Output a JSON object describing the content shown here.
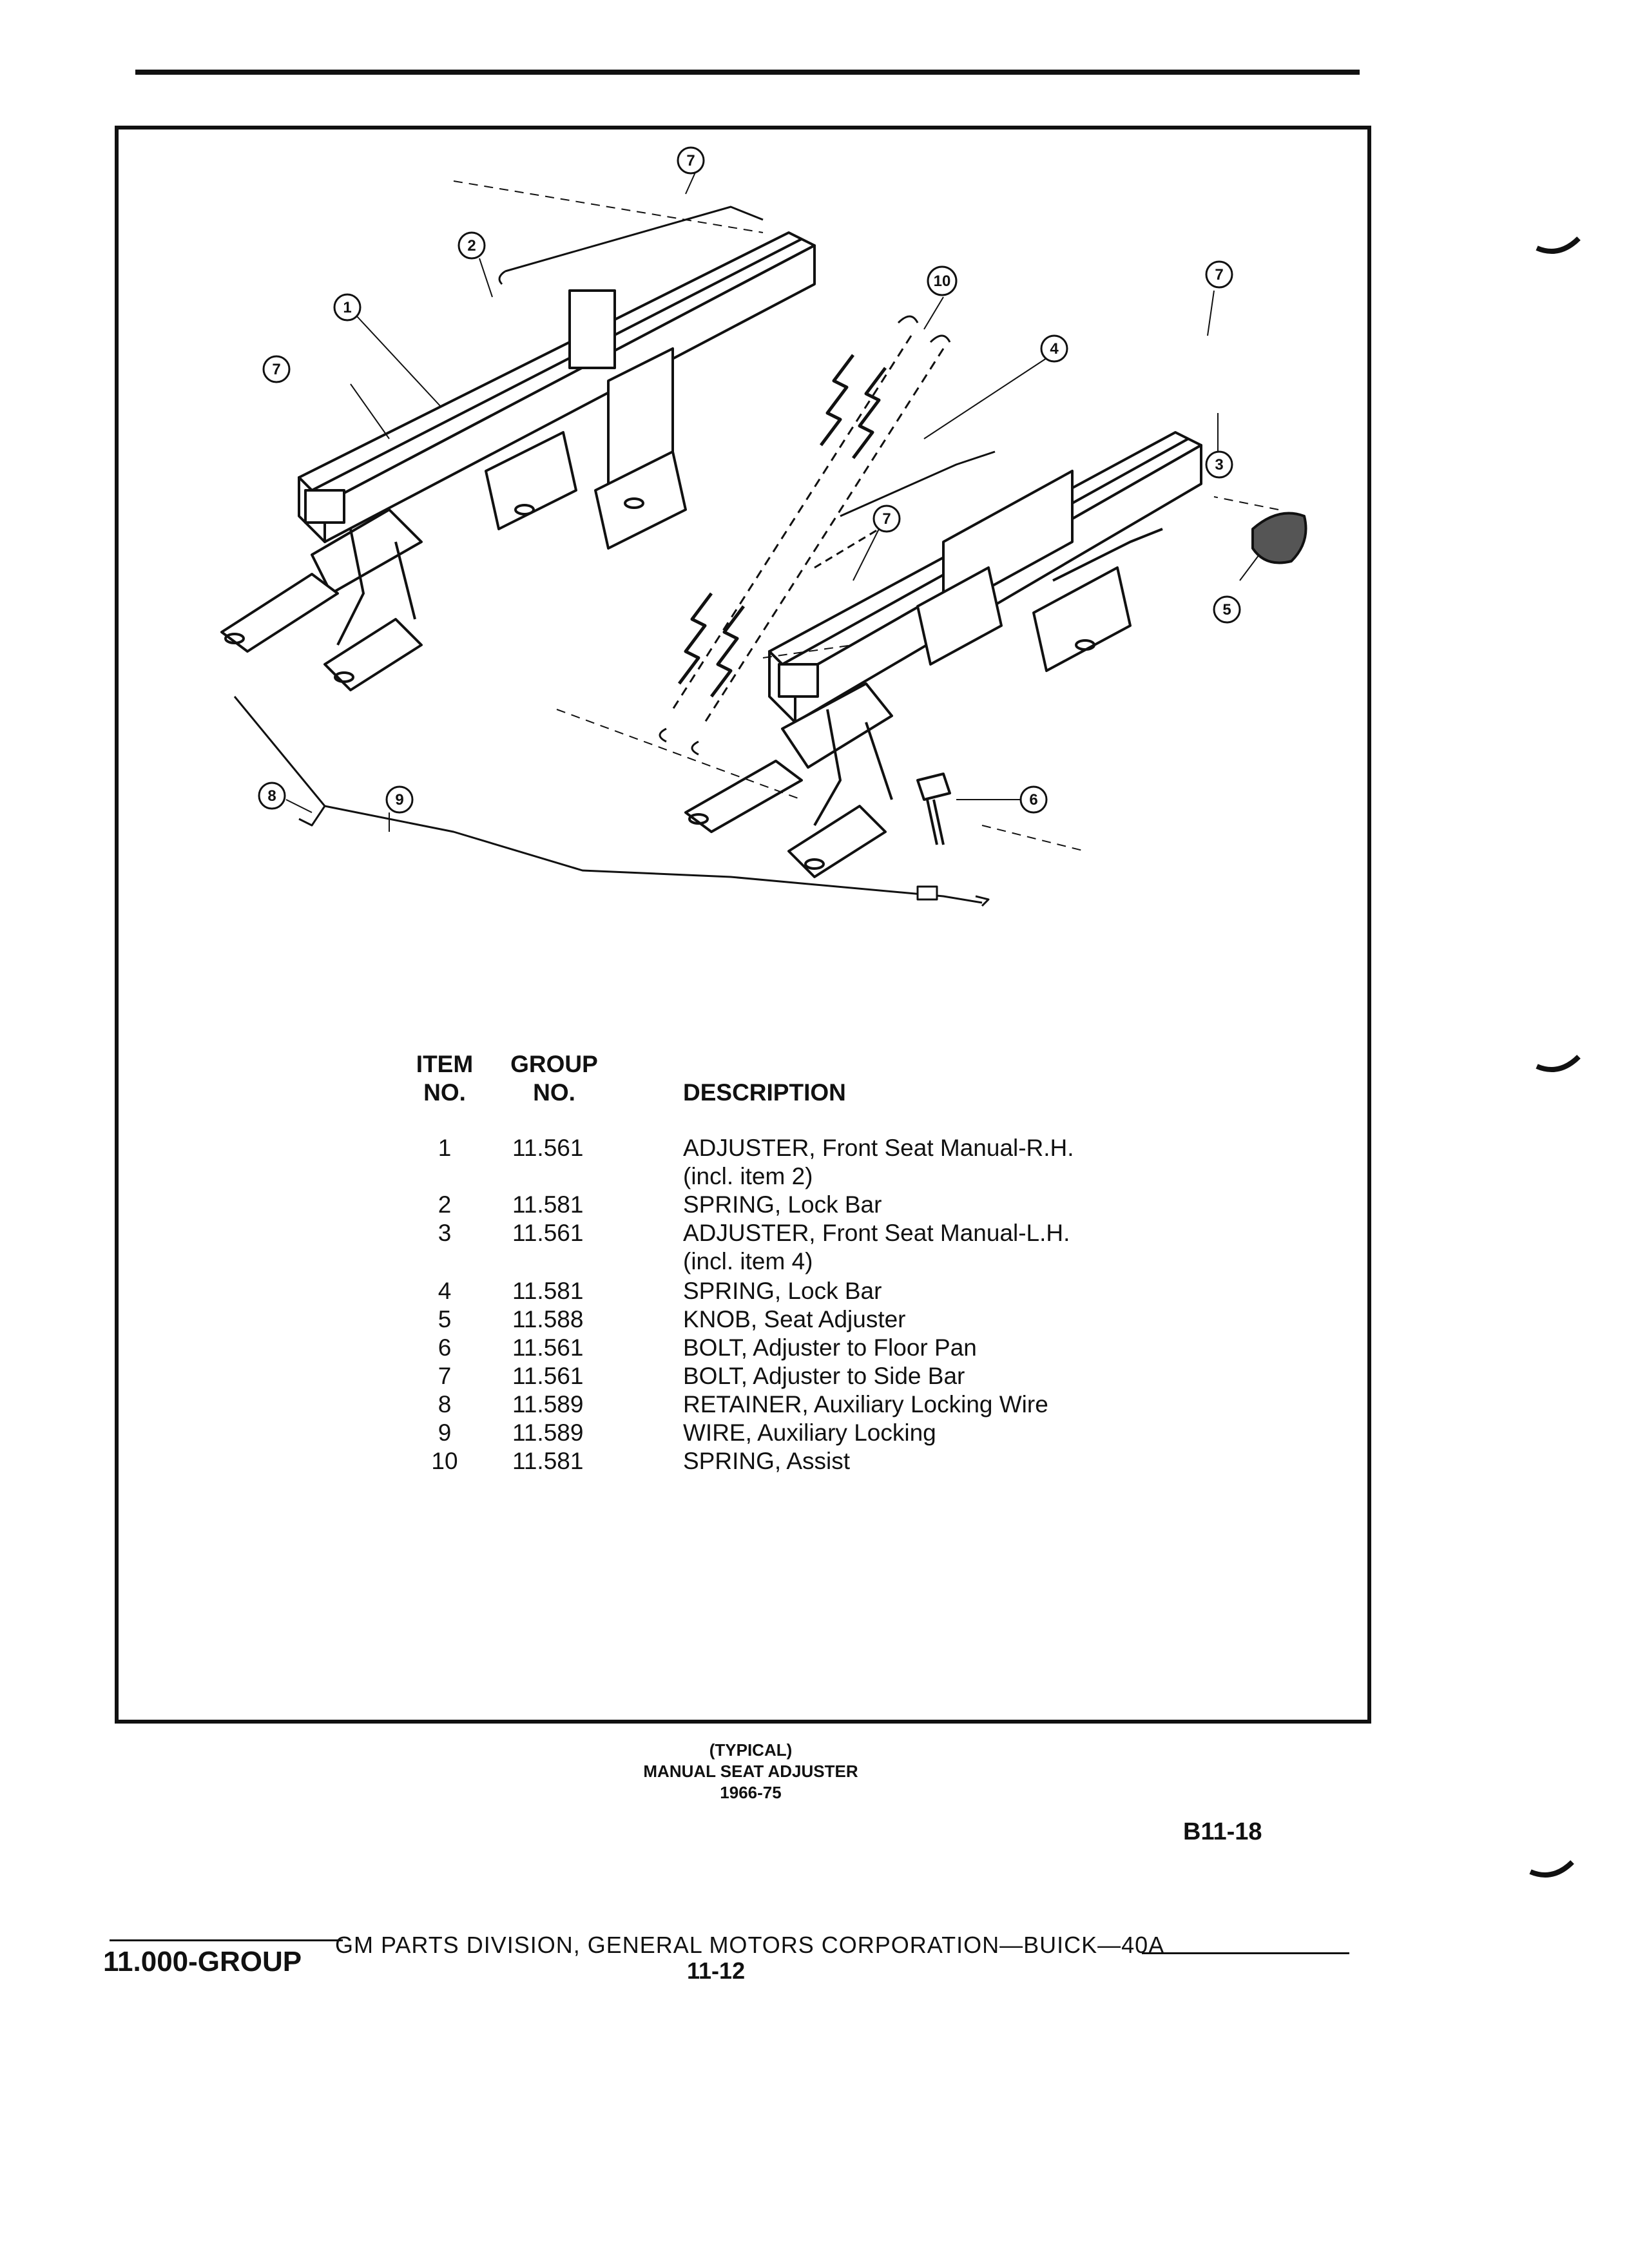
{
  "diagram": {
    "callouts": [
      "1",
      "2",
      "3",
      "4",
      "5",
      "6",
      "7",
      "7",
      "7",
      "7",
      "8",
      "9",
      "10"
    ]
  },
  "table": {
    "headers": {
      "item_line1": "ITEM",
      "item_line2": "NO.",
      "group_line1": "GROUP",
      "group_line2": "NO.",
      "description": "DESCRIPTION"
    },
    "rows": [
      {
        "item": "1",
        "group": "11.561",
        "description": "ADJUSTER, Front Seat Manual-R.H."
      },
      {
        "item": "",
        "group": "",
        "description": "(incl. item 2)"
      },
      {
        "item": "2",
        "group": "11.581",
        "description": "SPRING, Lock Bar"
      },
      {
        "item": "3",
        "group": "11.561",
        "description": "ADJUSTER, Front Seat Manual-L.H."
      },
      {
        "item": "",
        "group": "",
        "description": "(incl. item 4)"
      },
      {
        "item": "4",
        "group": "11.581",
        "description": "SPRING, Lock Bar"
      },
      {
        "item": "5",
        "group": "11.588",
        "description": "KNOB, Seat Adjuster"
      },
      {
        "item": "6",
        "group": "11.561",
        "description": "BOLT, Adjuster to Floor Pan"
      },
      {
        "item": "7",
        "group": "11.561",
        "description": "BOLT, Adjuster to Side Bar"
      },
      {
        "item": "8",
        "group": "11.589",
        "description": "RETAINER, Auxiliary Locking Wire"
      },
      {
        "item": "9",
        "group": "11.589",
        "description": "WIRE, Auxiliary Locking"
      },
      {
        "item": "10",
        "group": "11.581",
        "description": "SPRING, Assist"
      }
    ]
  },
  "caption": {
    "line1": "(TYPICAL)",
    "line2": "MANUAL SEAT ADJUSTER",
    "line3": "1966-75"
  },
  "figure_code": "B11-18",
  "footer": {
    "group": "11.000-GROUP",
    "center": "GM PARTS DIVISION, GENERAL MOTORS CORPORATION—BUICK—40A",
    "page": "11-12"
  }
}
